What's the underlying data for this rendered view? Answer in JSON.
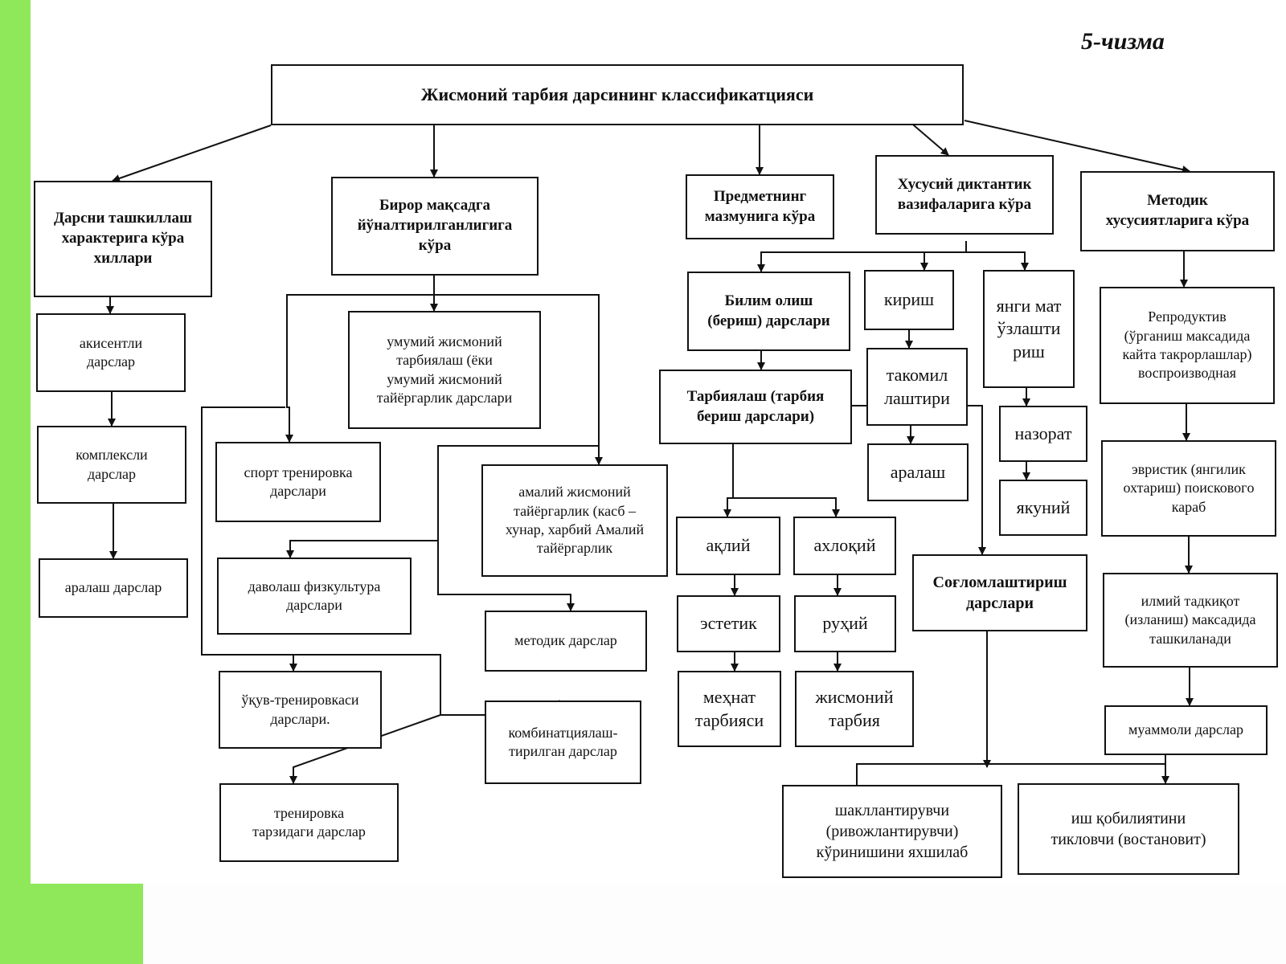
{
  "figure_label": "5-чизма",
  "root": "Жисмоний тарбия дарсининг классификатцияси",
  "categories": {
    "c1": "Дарсни ташкиллаш\nхарактерига кўра\nхиллари",
    "c2": "Бирор мақсадга\nйўналтирилганлигига\nкўра",
    "c3": "Предметнинг\nмазмунига кўра",
    "c4": "Хусусий диктантик\nвазифаларига кўра",
    "c5": "Методик\nхусусиятларига кўра"
  },
  "col1": [
    "акисентли\nдарслар",
    "комплексли\nдарслар",
    "аралаш дарслар"
  ],
  "col2": {
    "general": "умумий жисмоний\nтарбиялаш (ёки\nумумий жисмоний\nтайёргарлик дарслари",
    "sport": "спорт тренировка\nдарслари",
    "applied": "амалий жисмоний\nтайёргарлик (касб –\nхунар, харбий Амалий\nтайёргарлик",
    "therapy": "даволаш физкультура\nдарслари",
    "methodical": "методик дарслар",
    "study_training": "ўқув-тренировкаси\nдарслари.",
    "combined": "комбинатциялаш-\nтирилган дарслар",
    "training_style": "тренировка\nтарзидаги дарслар"
  },
  "col3": {
    "knowledge": "Билим олиш\n(бериш) дарслари",
    "upbringing": "Тарбиялаш (тарбия\nбериш дарслари)",
    "mental": "ақлий",
    "moral": "ахлоқий",
    "aesthetic": "эстетик",
    "spiritual": "руҳий",
    "labor": "меҳнат\nтарбияси",
    "physical": "жисмоний\nтарбия",
    "health": "Соғломлаштириш\nдарслари"
  },
  "col4": {
    "intro": "кириш",
    "new_material": "янги мат\nўзлашти\nриш",
    "improve": "такомил\nлаштири",
    "mixed": "аралаш",
    "control": "назорат",
    "final": "якуний"
  },
  "col5": {
    "reproductive": "Репродуктив\n(ўрганиш максадида\nкайта такрорлашлар)\nвоспроизводная",
    "heuristic": "эвристик (янгилик\nохтариш) поисковогo\nкараб",
    "research": "илмий тадкиқот\n(изланиш) максадида\nташкиланади",
    "problem": "муаммоли дарслар"
  },
  "bottom": {
    "formative": "шакллантирувчи\n(ривожлантирувчи)\nкўринишини яхшилаб",
    "restorative": "иш қобилиятини\nтикловчи (востановит)"
  }
}
